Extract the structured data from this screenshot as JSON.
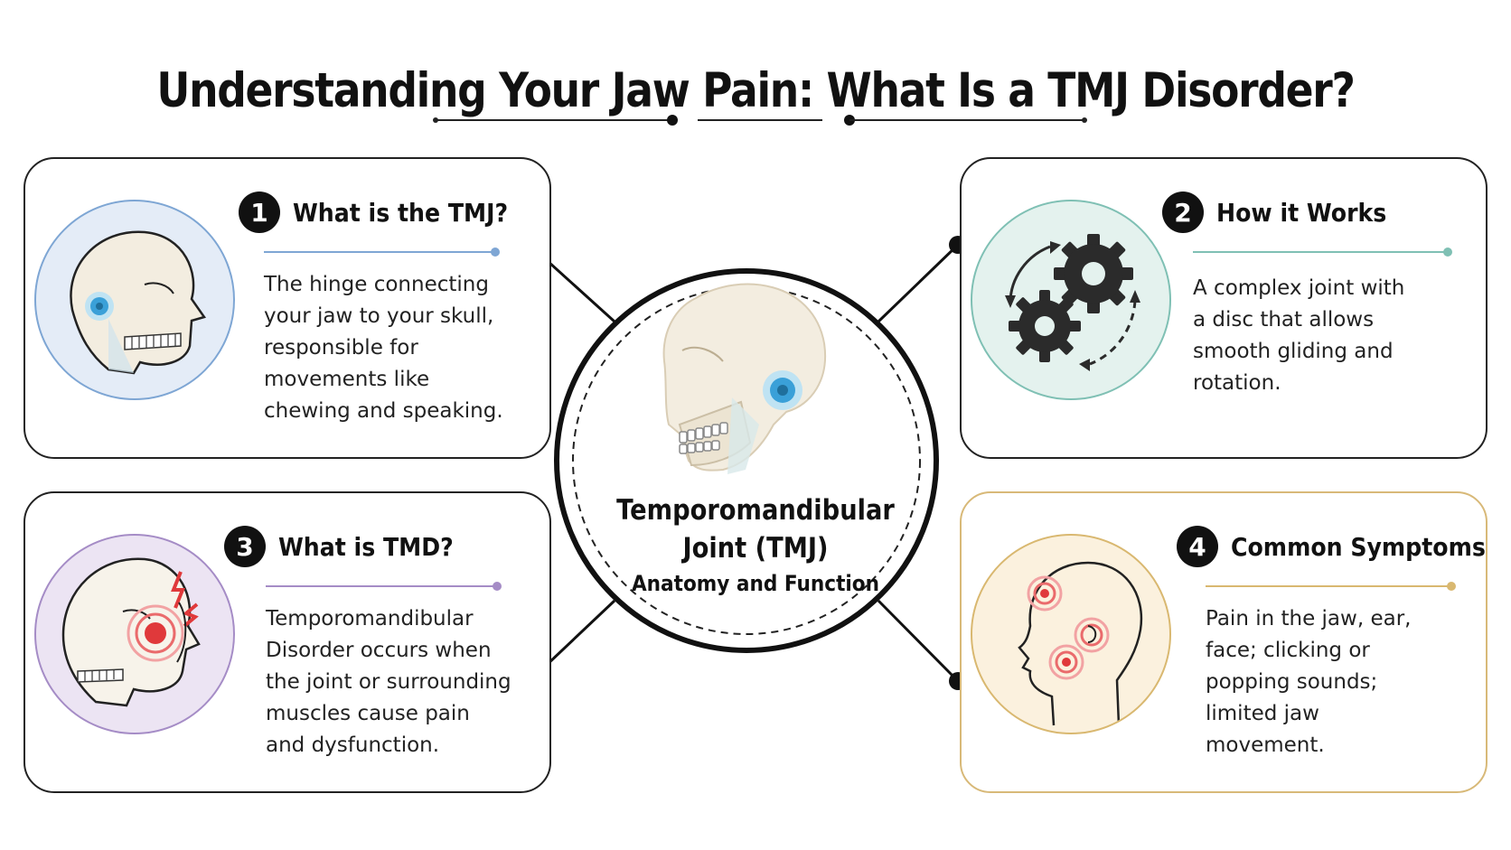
{
  "title": "Understanding Your Jaw Pain: What Is a TMJ Disorder?",
  "center": {
    "title": "Temporomandibular\nJoint (TMJ)",
    "subtitle": "Anatomy and Function"
  },
  "cards": [
    {
      "number": "1",
      "title": "What is the TMJ?",
      "body": "The hinge connecting\nyour jaw to your skull,\nresponsible for\nmovements like\nchewing and speaking.",
      "icon": "skull-jaw-joint-icon",
      "accent": "#7ea6d4"
    },
    {
      "number": "2",
      "title": "How it Works",
      "body": "A complex joint with\na disc that allows\nsmooth gliding and\nrotation.",
      "icon": "gears-icon",
      "accent": "#7fc0b4"
    },
    {
      "number": "3",
      "title": "What is TMD?",
      "body": "Temporomandibular\nDisorder occurs when\nthe joint or surrounding\nmuscles cause pain\nand dysfunction.",
      "icon": "skull-pain-icon",
      "accent": "#a58cc6"
    },
    {
      "number": "4",
      "title": "Common Symptoms",
      "body": "Pain in the jaw, ear,\nface; clicking or\npopping sounds;\nlimited jaw\nmovement.",
      "icon": "head-pain-points-icon",
      "accent": "#d9b870"
    }
  ],
  "colors": {
    "joint_blue": "#3aa0d8",
    "pain_red": "#e0393b",
    "bone": "#f3ede0"
  }
}
